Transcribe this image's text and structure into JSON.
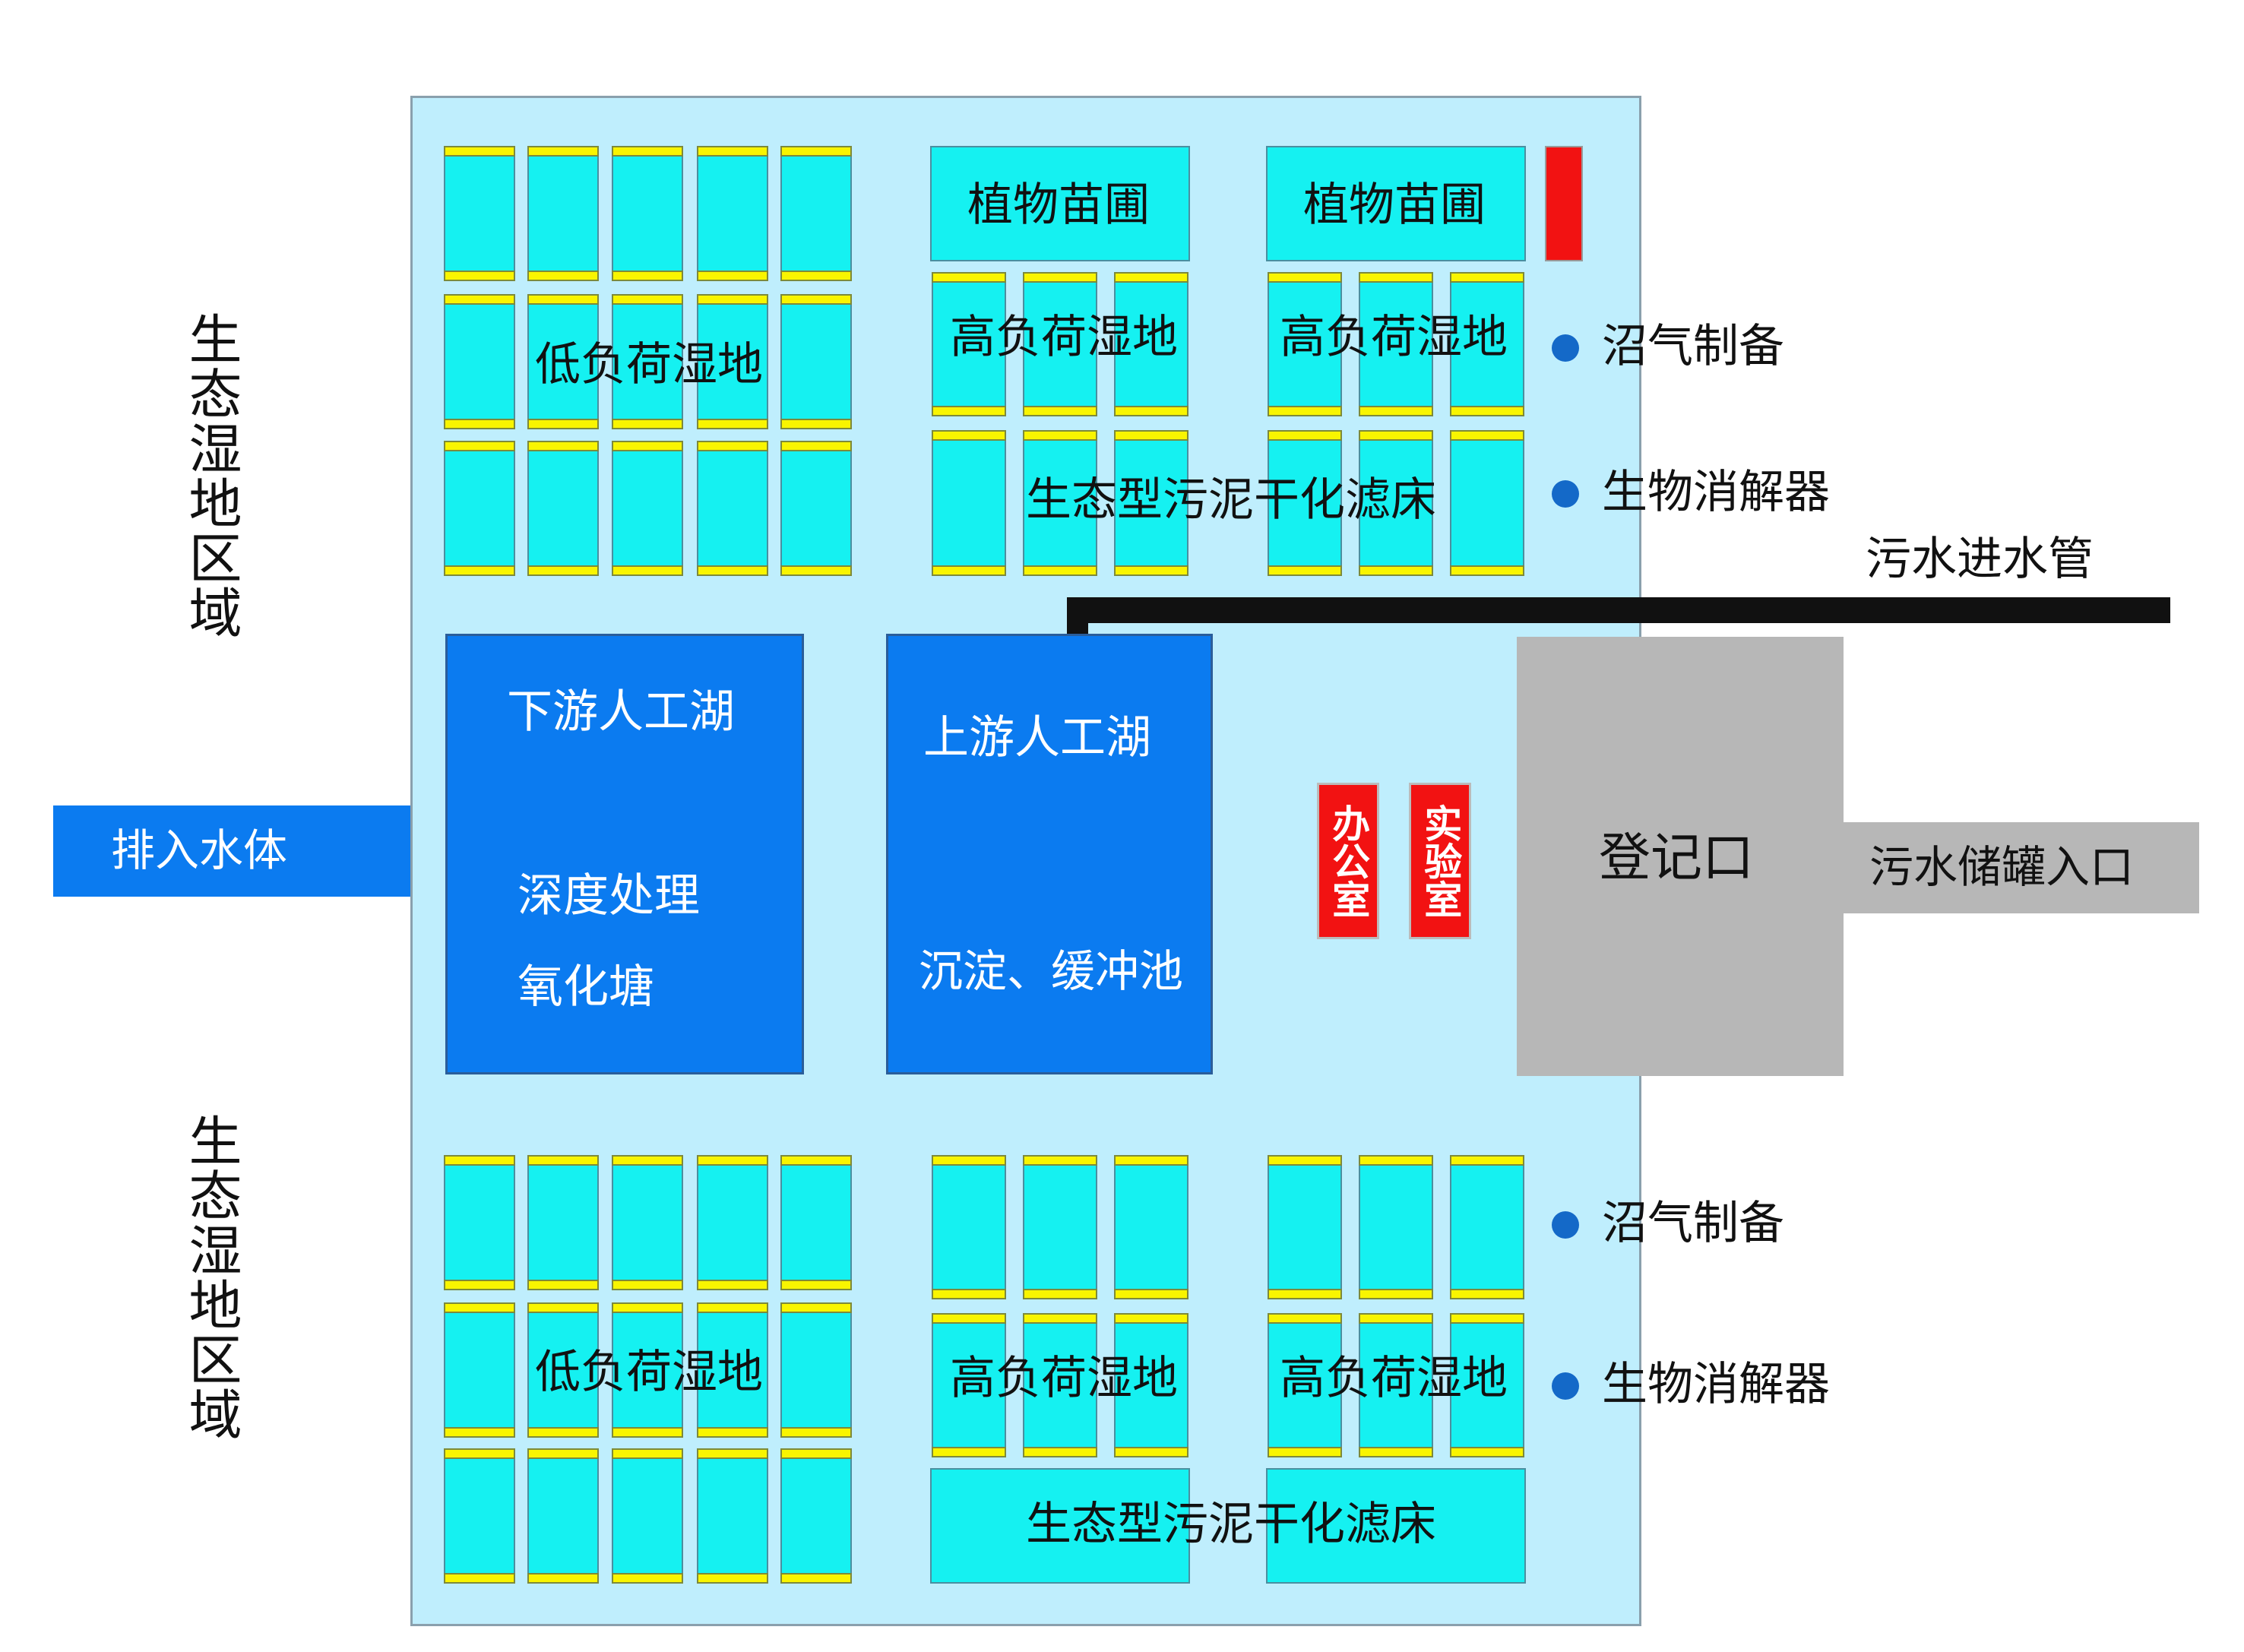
{
  "zones": {
    "left_top": "生态湿地区域",
    "left_bottom": "生态湿地区域"
  },
  "outlet": {
    "label": "排入水体"
  },
  "top": {
    "low_load_wetland": "低负荷湿地",
    "nursery_1": "植物苗圃",
    "nursery_2": "植物苗圃",
    "high_load_wetland_1": "高负荷湿地",
    "high_load_wetland_2": "高负荷湿地",
    "sludge_bed": "生态型污泥干化滤床"
  },
  "bottom": {
    "low_load_wetland": "低负荷湿地",
    "high_load_wetland_1": "高负荷湿地",
    "high_load_wetland_2": "高负荷湿地",
    "sludge_bed": "生态型污泥干化滤床"
  },
  "right_labels": {
    "biogas_top": "沼气制备",
    "digester_top": "生物消解器",
    "biogas_bottom": "沼气制备",
    "digester_bottom": "生物消解器",
    "inlet_pipe": "污水进水管",
    "tank_entrance": "污水储罐入口"
  },
  "lakes": {
    "downstream": {
      "title": "下游人工湖",
      "line1": "深度处理",
      "line2": "氧化塘"
    },
    "upstream": {
      "title": "上游人工湖",
      "line1": "沉淀、缓冲池"
    }
  },
  "buildings": {
    "office": "办公室",
    "lab": "实验室",
    "registration": "登记口"
  },
  "colors": {
    "site": "#bfeefd",
    "wetland_cell": "#15f1f1",
    "cell_edge": "#f9f500",
    "lake": "#0b7bf0",
    "red": "#f21212",
    "gray": "#b7b7b7",
    "pipe": "#111111",
    "dot": "#1469c8"
  }
}
